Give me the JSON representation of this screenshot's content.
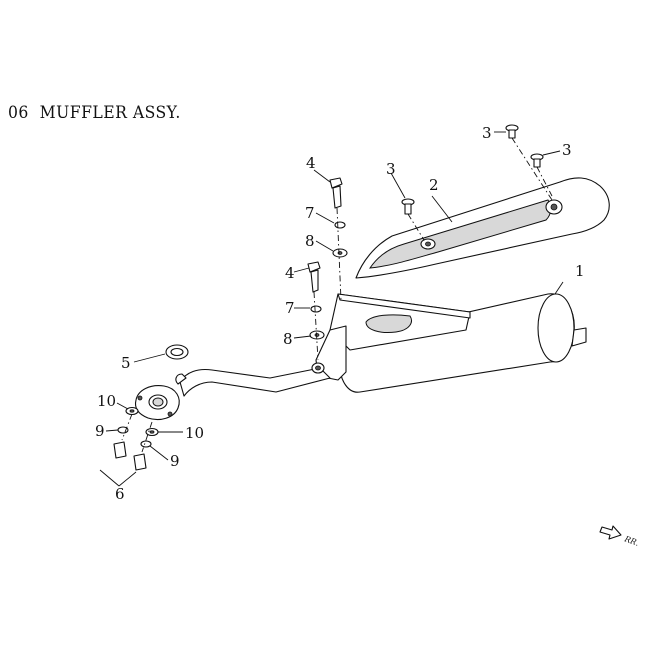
{
  "title": "06  MUFFLER ASSY.",
  "direction_label": "RR.",
  "callouts": {
    "c1": "1",
    "c2": "2",
    "c3a": "3",
    "c3b": "3",
    "c3c": "3",
    "c4a": "4",
    "c4b": "4",
    "c5": "5",
    "c6": "6",
    "c7a": "7",
    "c7b": "7",
    "c8a": "8",
    "c8b": "8",
    "c9a": "9",
    "c9b": "9",
    "c10a": "10",
    "c10b": "10"
  }
}
